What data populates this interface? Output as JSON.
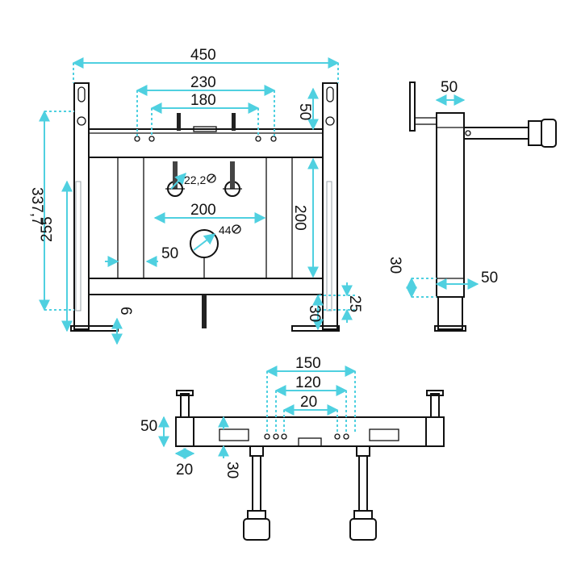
{
  "colors": {
    "line": "#111111",
    "dimension": "#4fd0e0",
    "pipe": "#222222",
    "background": "#ffffff"
  },
  "dimensions": {
    "front": {
      "overall_width": "450",
      "outer_holes": "230",
      "inner_holes": "180",
      "top_offset": "50",
      "total_height": "337,7",
      "lower_height": "255",
      "foot_thickness": "6",
      "pipe_diameter": "22,2",
      "pipe_spacing": "200",
      "drain_diameter": "44",
      "drain_offset": "50",
      "frame_height": "200",
      "foot_gap": "30",
      "foot_height": "25"
    },
    "side": {
      "depth": "50",
      "base_height": "30",
      "base_depth": "50"
    },
    "top": {
      "outer": "150",
      "middle": "120",
      "inner": "20",
      "height": "50",
      "side_width": "20",
      "bracket_depth": "30"
    }
  }
}
